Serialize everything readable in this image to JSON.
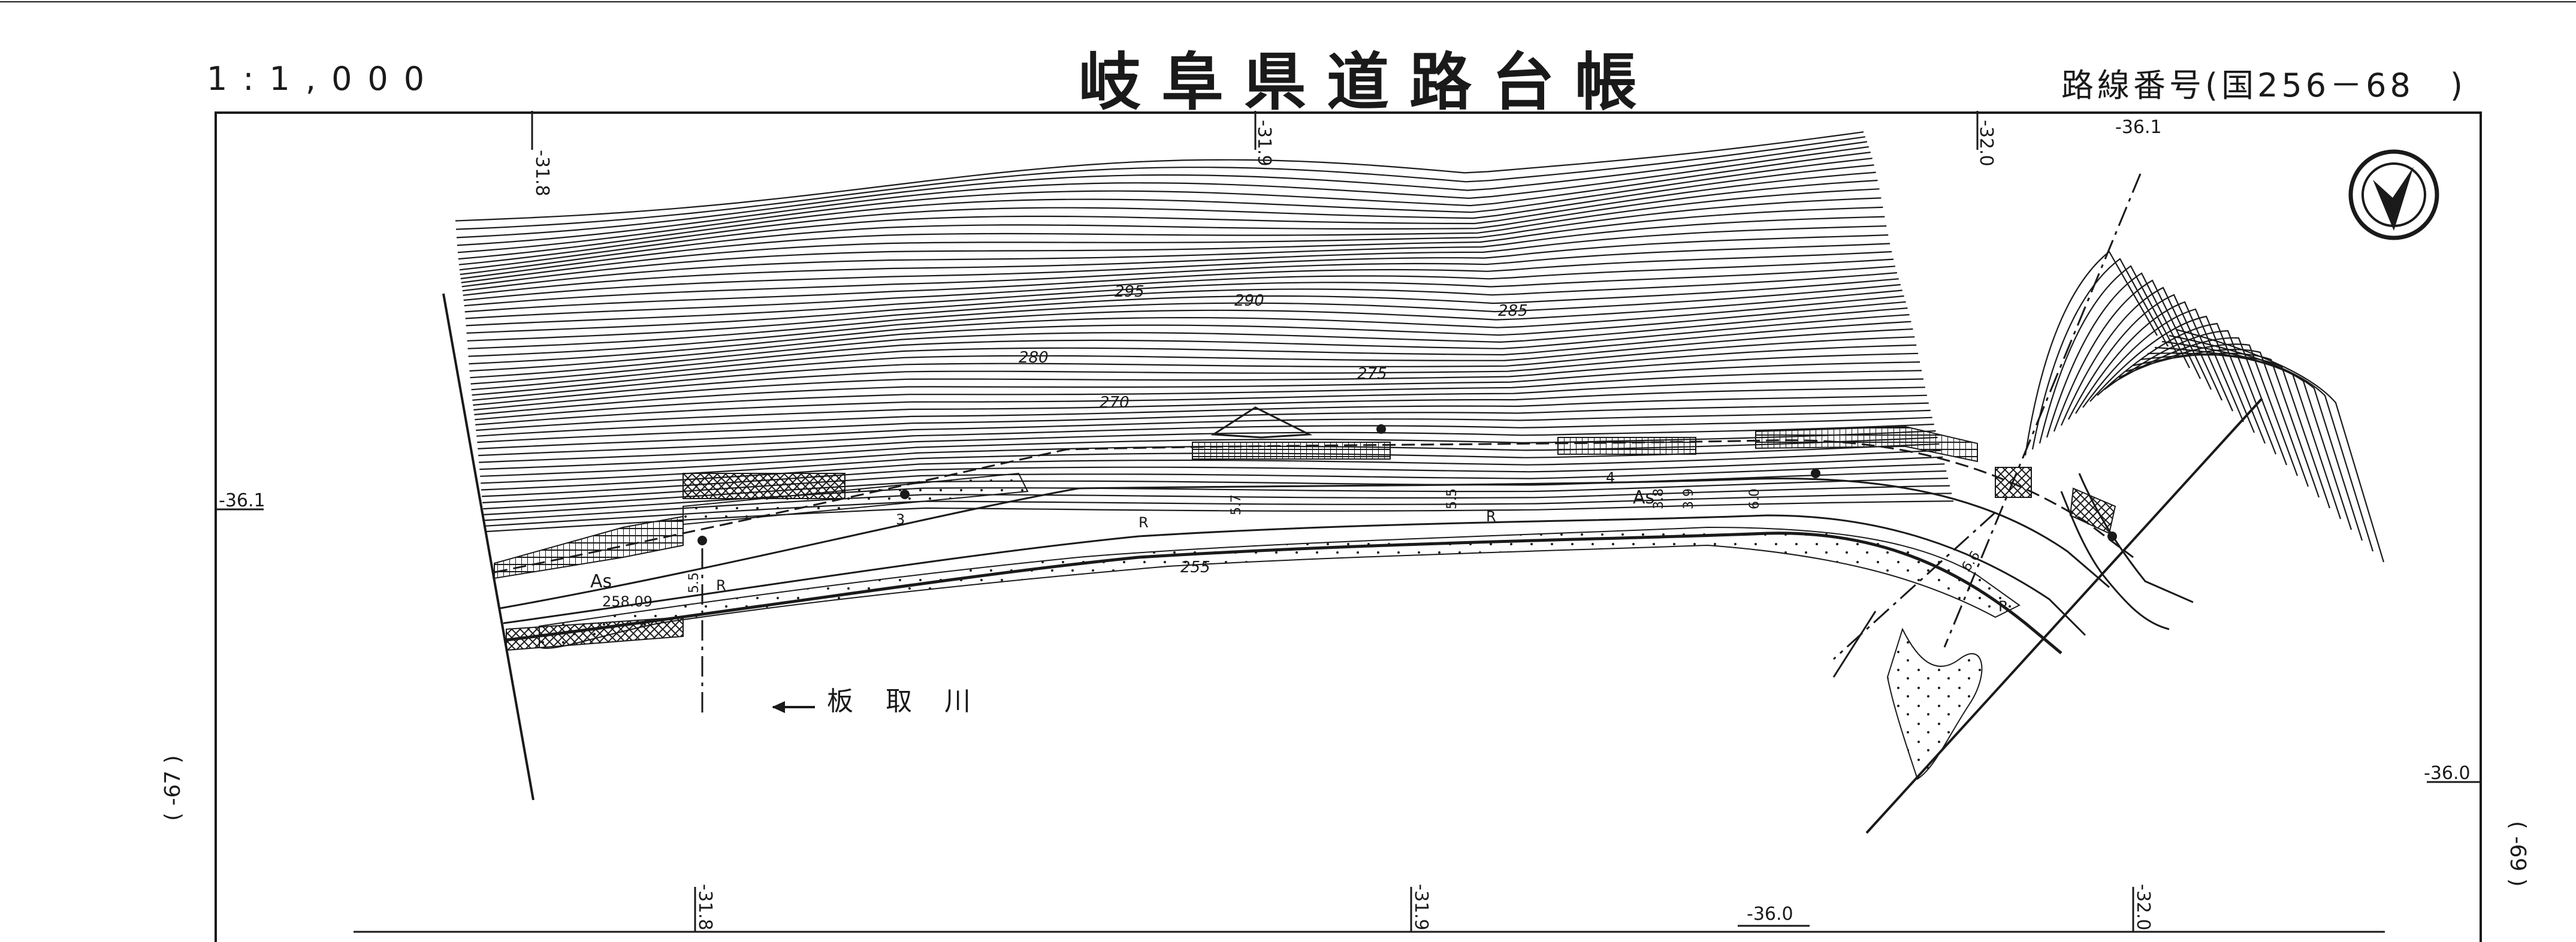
{
  "header": {
    "scale": "1:1,000",
    "title": "岐阜県道路台帳",
    "route_number": "路線番号(国256－68　)"
  },
  "sheet_refs": {
    "left": "( -67 )",
    "right": "( -69 )"
  },
  "grid_labels": {
    "top_a": "-31.8",
    "top_b": "-31.9",
    "top_c": "-32.0",
    "top_d": "-36.1",
    "left": "-36.1",
    "right": "-36.0",
    "bottom_a": "-31.8",
    "bottom_b": "-31.9",
    "bottom_c": "-36.0",
    "bottom_d": "-32.0"
  },
  "contours": {
    "c295": "295",
    "c290": "290",
    "c285": "285",
    "c280": "280",
    "c275": "275",
    "c270": "270",
    "c255": "255"
  },
  "road": {
    "surface_left": "As",
    "surface_right": "As",
    "elevation": "258.09",
    "widths": [
      "5.5",
      "5.7",
      "5.5",
      "3.8",
      "3.9",
      "6.0",
      "6.6",
      "3",
      "4"
    ],
    "marker_r": "R"
  },
  "river": {
    "name": "板 取 川"
  },
  "icons": [
    "north-arrow-icon",
    "contour-hachure-icon"
  ],
  "colors": {
    "ink": "#1a1a1a",
    "paper": "#ffffff"
  }
}
